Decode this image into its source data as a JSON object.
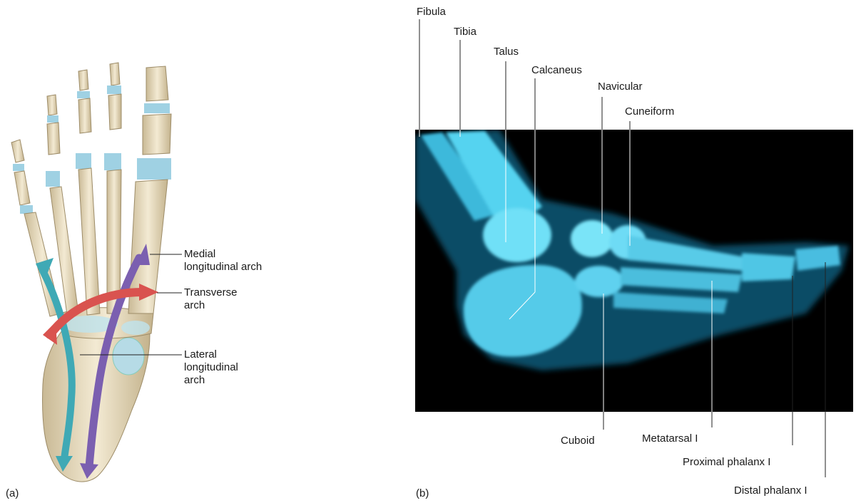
{
  "panel_a": {
    "caption": "(a)",
    "labels": {
      "medial_line1": "Medial",
      "medial_line2": "longitudinal arch",
      "transverse_line1": "Transverse",
      "transverse_line2": "arch",
      "lateral_line1": "Lateral",
      "lateral_line2": "longitudinal",
      "lateral_line3": "arch"
    },
    "arrow_colors": {
      "medial": "#7b5fb0",
      "transverse": "#d9534f",
      "lateral": "#3fa9b5"
    }
  },
  "panel_b": {
    "caption": "(b)",
    "labels": {
      "fibula": "Fibula",
      "tibia": "Tibia",
      "talus": "Talus",
      "calcaneus": "Calcaneus",
      "navicular": "Navicular",
      "cuneiform": "Cuneiform",
      "cuboid": "Cuboid",
      "metatarsal": "Metatarsal I",
      "proximal_phalanx": "Proximal phalanx I",
      "distal_phalanx": "Distal phalanx I"
    },
    "xray_colors": {
      "background": "#000000",
      "bone": "#4fd2f2"
    }
  }
}
